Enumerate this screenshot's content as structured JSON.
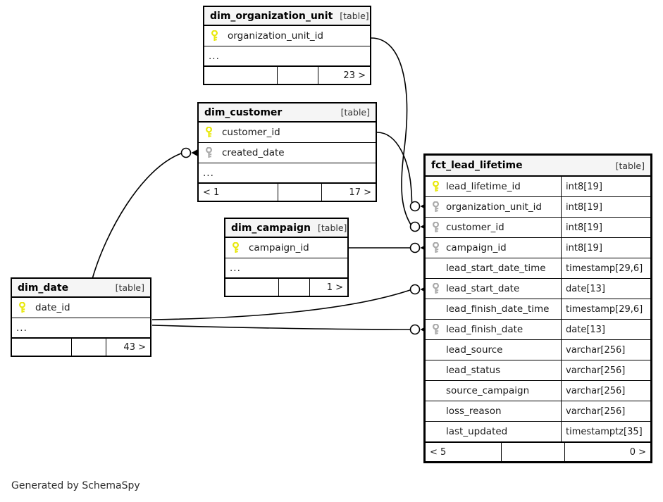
{
  "diagram": {
    "caption": "Generated by SchemaSpy",
    "table_tag": "[table]",
    "ellipsis": "...",
    "colors": {
      "primary_key": "#e8e80d",
      "foreign_key": "#aaaaaa",
      "header_bg": "#f5f5f5",
      "border": "#000000",
      "edge": "#000000"
    }
  },
  "tables": [
    {
      "id": "dim_organization_unit",
      "name": "dim_organization_unit",
      "tag": "[table]",
      "columns": [
        {
          "name": "organization_unit_id",
          "type": "",
          "key": "primary"
        }
      ],
      "has_ellipsis": true,
      "footer": {
        "left": "",
        "middle": "",
        "right": "23 >"
      }
    },
    {
      "id": "dim_customer",
      "name": "dim_customer",
      "tag": "[table]",
      "columns": [
        {
          "name": "customer_id",
          "type": "",
          "key": "primary"
        },
        {
          "name": "created_date",
          "type": "",
          "key": "foreign"
        }
      ],
      "has_ellipsis": true,
      "footer": {
        "left": "< 1",
        "middle": "",
        "right": "17 >"
      }
    },
    {
      "id": "dim_campaign",
      "name": "dim_campaign",
      "tag": "[table]",
      "columns": [
        {
          "name": "campaign_id",
          "type": "",
          "key": "primary"
        }
      ],
      "has_ellipsis": true,
      "footer": {
        "left": "",
        "middle": "",
        "right": "1 >"
      }
    },
    {
      "id": "dim_date",
      "name": "dim_date",
      "tag": "[table]",
      "columns": [
        {
          "name": "date_id",
          "type": "",
          "key": "primary"
        }
      ],
      "has_ellipsis": true,
      "footer": {
        "left": "",
        "middle": "",
        "right": "43 >"
      }
    },
    {
      "id": "fct_lead_lifetime",
      "name": "fct_lead_lifetime",
      "tag": "[table]",
      "columns": [
        {
          "name": "lead_lifetime_id",
          "type": "int8[19]",
          "key": "primary"
        },
        {
          "name": "organization_unit_id",
          "type": "int8[19]",
          "key": "foreign"
        },
        {
          "name": "customer_id",
          "type": "int8[19]",
          "key": "foreign"
        },
        {
          "name": "campaign_id",
          "type": "int8[19]",
          "key": "foreign"
        },
        {
          "name": "lead_start_date_time",
          "type": "timestamp[29,6]",
          "key": "none"
        },
        {
          "name": "lead_start_date",
          "type": "date[13]",
          "key": "foreign"
        },
        {
          "name": "lead_finish_date_time",
          "type": "timestamp[29,6]",
          "key": "none"
        },
        {
          "name": "lead_finish_date",
          "type": "date[13]",
          "key": "foreign"
        },
        {
          "name": "lead_source",
          "type": "varchar[256]",
          "key": "none"
        },
        {
          "name": "lead_status",
          "type": "varchar[256]",
          "key": "none"
        },
        {
          "name": "source_campaign",
          "type": "varchar[256]",
          "key": "none"
        },
        {
          "name": "loss_reason",
          "type": "varchar[256]",
          "key": "none"
        },
        {
          "name": "last_updated",
          "type": "timestamptz[35]",
          "key": "none"
        }
      ],
      "has_ellipsis": false,
      "footer": {
        "left": "< 5",
        "middle": "",
        "right": "0 >"
      }
    }
  ],
  "relationships": [
    {
      "from": "dim_organization_unit",
      "to": "fct_lead_lifetime.organization_unit_id"
    },
    {
      "from": "dim_customer",
      "to": "fct_lead_lifetime.customer_id"
    },
    {
      "from": "dim_campaign",
      "to": "fct_lead_lifetime.campaign_id"
    },
    {
      "from": "dim_date",
      "to": "fct_lead_lifetime.lead_start_date"
    },
    {
      "from": "dim_date",
      "to": "fct_lead_lifetime.lead_finish_date"
    },
    {
      "from": "dim_date",
      "to": "dim_customer.created_date"
    }
  ]
}
